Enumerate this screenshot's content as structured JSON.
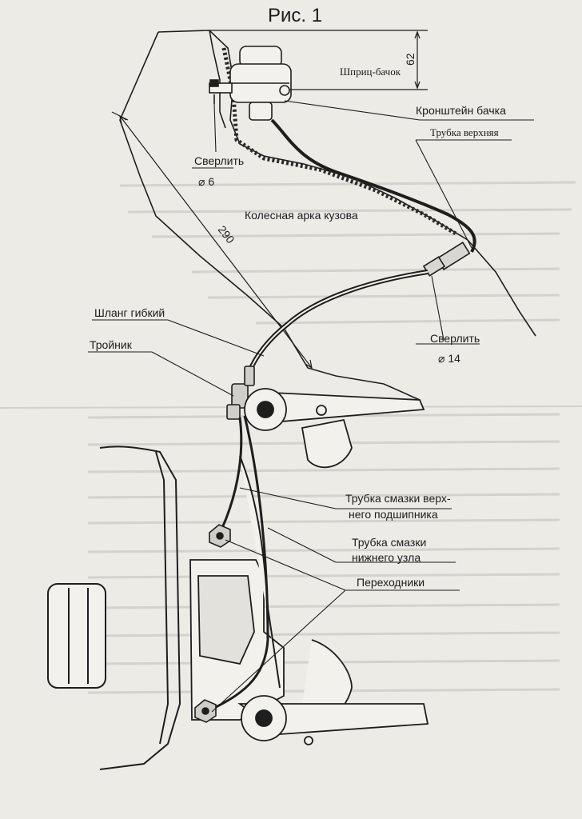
{
  "figure": {
    "title": "Рис. 1",
    "dimension_62": "62",
    "dimension_290": "290",
    "labels": {
      "syringe_tank": "Шприц-бачок",
      "tank_bracket": "Кронштейн бачка",
      "upper_tube": "Трубка верхняя",
      "drill_6": "Сверлить",
      "drill_6_size": "⌀ 6",
      "wheel_arch": "Колесная арка кузова",
      "flex_hose": "Шланг гибкий",
      "tee": "Тройник",
      "drill_14": "Сверлить",
      "drill_14_size": "⌀ 14",
      "upper_bearing_tube_l1": "Трубка смазки верх-",
      "upper_bearing_tube_l2": "него подшипника",
      "lower_node_tube_l1": "Трубка смазки",
      "lower_node_tube_l2": "нижнего узла",
      "adapters": "Переходники"
    }
  }
}
